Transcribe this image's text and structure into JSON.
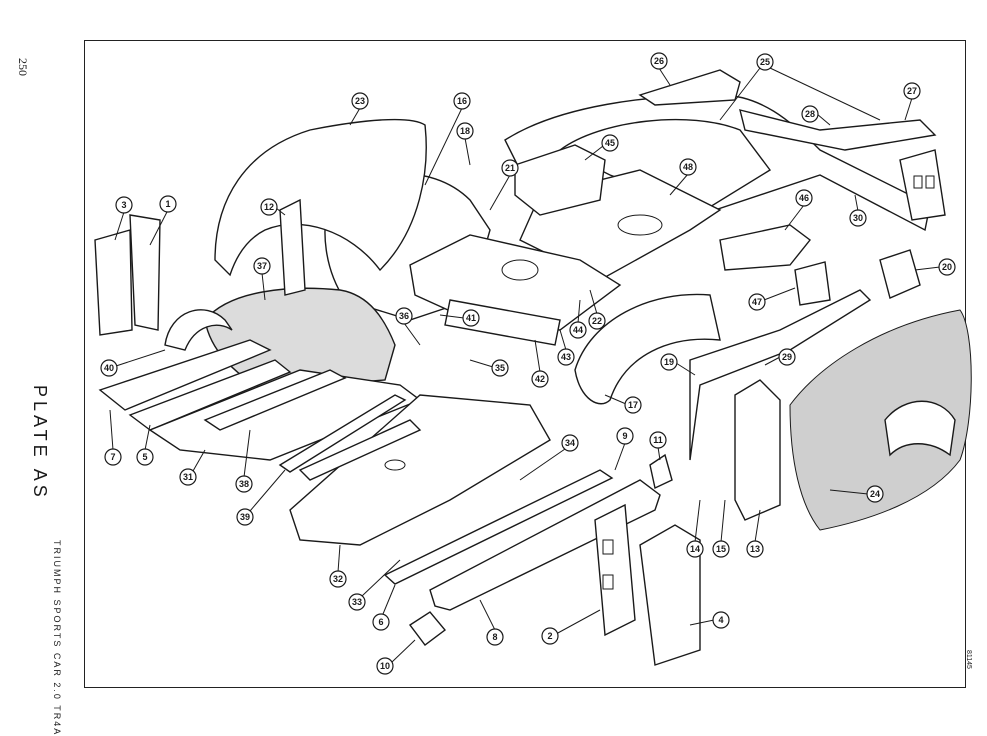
{
  "page": {
    "number": "250",
    "plate_title": "PLATE AS",
    "caption": "TRIUMPH SPORTS CAR 2.0 TR4A",
    "ref_code": "81145"
  },
  "colors": {
    "ink": "#1a1a1a",
    "paper": "#ffffff",
    "shade": "#cfcfcf"
  },
  "callouts": [
    "1",
    "2",
    "3",
    "4",
    "5",
    "6",
    "7",
    "8",
    "9",
    "10",
    "11",
    "12",
    "13",
    "14",
    "15",
    "16",
    "17",
    "18",
    "19",
    "20",
    "21",
    "22",
    "23",
    "24",
    "25",
    "26",
    "27",
    "28",
    "29",
    "30",
    "31",
    "32",
    "33",
    "34",
    "35",
    "36",
    "37",
    "38",
    "39",
    "40",
    "41",
    "42",
    "43",
    "44",
    "45",
    "46",
    "47",
    "48"
  ]
}
